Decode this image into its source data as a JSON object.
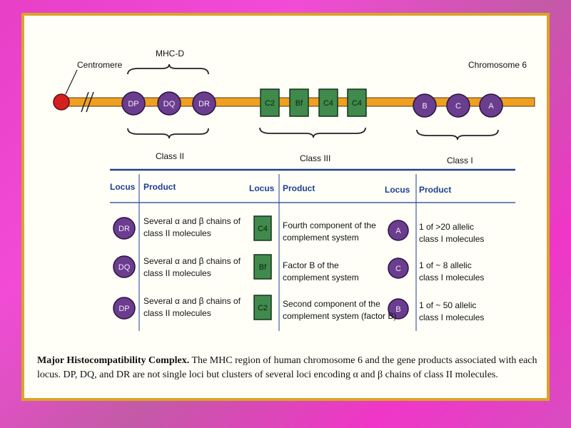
{
  "diagram": {
    "centromere_label": "Centromere",
    "mhc_d_label": "MHC-D",
    "chromosome_label": "Chromosome 6",
    "classII_loci": [
      "DP",
      "DQ",
      "DR"
    ],
    "classIII_loci": [
      "C2",
      "Bf",
      "C4",
      "C4"
    ],
    "classI_loci": [
      "B",
      "C",
      "A"
    ],
    "class_labels": [
      "Class II",
      "Class III",
      "Class I"
    ]
  },
  "table": {
    "headers": {
      "locus": "Locus",
      "product": "Product"
    },
    "classII_rows": [
      {
        "locus": "DR",
        "product": [
          "Several α and β chains of",
          "class II molecules"
        ]
      },
      {
        "locus": "DQ",
        "product": [
          "Several α and β chains of",
          "class II molecules"
        ]
      },
      {
        "locus": "DP",
        "product": [
          "Several α and β chains of",
          "class II molecules"
        ]
      }
    ],
    "classIII_rows": [
      {
        "locus": "C4",
        "product": [
          "Fourth component of the",
          "complement system"
        ]
      },
      {
        "locus": "Bf",
        "product": [
          "Factor B of the",
          "complement system"
        ]
      },
      {
        "locus": "C2",
        "product": [
          "Second component of the",
          "complement system (factor B)"
        ]
      }
    ],
    "classI_rows": [
      {
        "locus": "A",
        "product": [
          "1 of >20 allelic",
          "class I molecules"
        ]
      },
      {
        "locus": "C",
        "product": [
          "1 of ~ 8 allelic",
          "class I molecules"
        ]
      },
      {
        "locus": "B",
        "product": [
          "1 of ~ 50 allelic",
          "class I molecules"
        ]
      }
    ]
  },
  "caption": {
    "title": "Major Histocompatibility Complex.",
    "body": "The MHC region of human chromosome 6 and the gene products associated with each locus. DP, DQ, and DR are not single loci but clusters of several loci encoding α and β chains of class II molecules."
  },
  "colors": {
    "purple": "#6a3d8f",
    "green": "#3f8a4c",
    "chromosome": "#f0a020",
    "centromere": "#d42020",
    "header_blue": "#1f3f8f",
    "frame_gold": "#d9a526"
  }
}
